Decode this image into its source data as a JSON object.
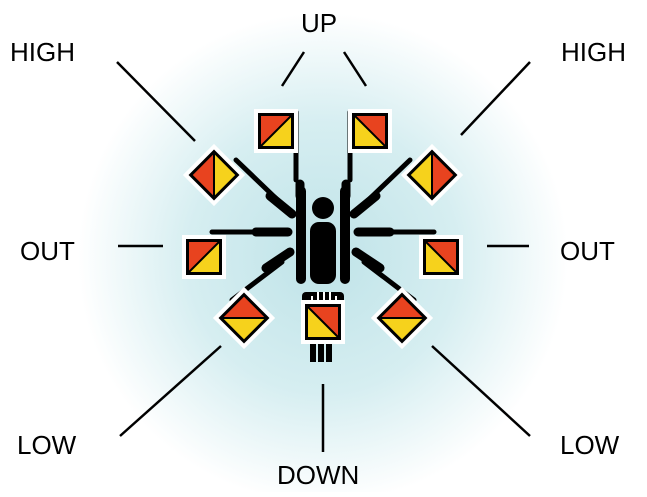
{
  "labels": {
    "up": "UP",
    "high_left": "HIGH",
    "high_right": "HIGH",
    "out_left": "OUT",
    "out_right": "OUT",
    "low_left": "LOW",
    "low_right": "LOW",
    "down": "DOWN"
  },
  "colors": {
    "flag_red": "#e8431f",
    "flag_yellow": "#f6d21c",
    "figure": "#000000",
    "glow_center": "#bfe3e8",
    "background": "#ffffff"
  }
}
